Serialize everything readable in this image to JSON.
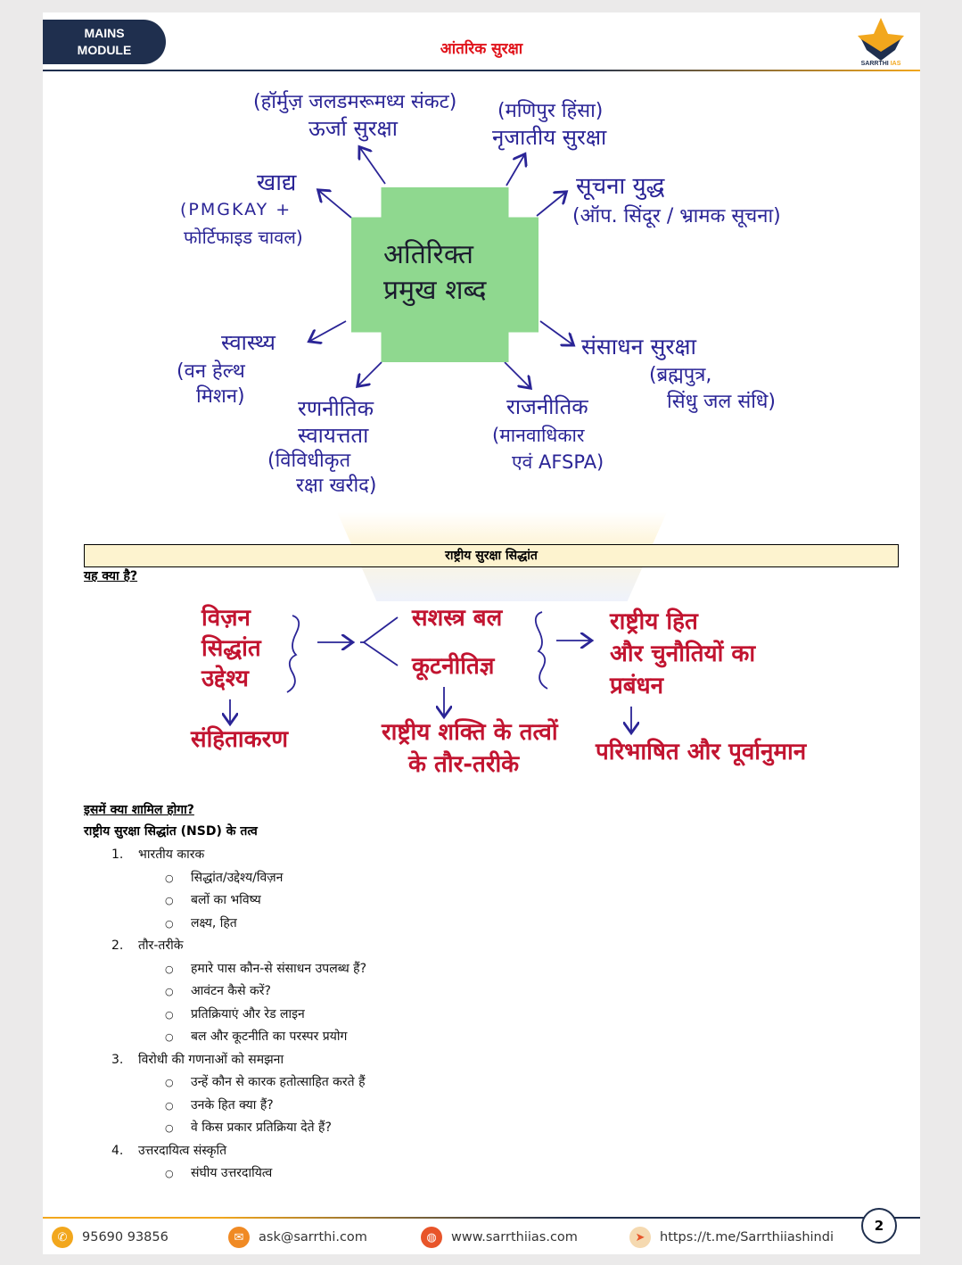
{
  "header": {
    "module_line1": "MAINS",
    "module_line2": "MODULE",
    "title": "आंतरिक सुरक्षा",
    "logo_text": "SARRTHI",
    "logo_text_accent": "IAS"
  },
  "mindmap": {
    "center_line1": "अतिरिक्त",
    "center_line2": "प्रमुख शब्द",
    "nodes": {
      "energy_note": "(हॉर्मुज़ जलडमरूमध्य संकट)",
      "energy": "ऊर्जा सुरक्षा",
      "ethnic_note": "(मणिपुर हिंसा)",
      "ethnic": "नृजातीय सुरक्षा",
      "food": "खाद्य",
      "food_note1": "(PMGKAY +",
      "food_note2": "फोर्टिफाइड चावल)",
      "info": "सूचना युद्ध",
      "info_note": "(ऑप. सिंदूर / भ्रामक सूचना)",
      "health": "स्वास्थ्य",
      "health_note1": "(वन हेल्थ",
      "health_note2": "मिशन)",
      "resource": "संसाधन सुरक्षा",
      "resource_note1": "(ब्रह्मपुत्र,",
      "resource_note2": "सिंधु जल संधि)",
      "strategic1": "रणनीतिक",
      "strategic2": "स्वायत्तता",
      "strategic_note1": "(विविधीकृत",
      "strategic_note2": "रक्षा खरीद)",
      "political": "राजनीतिक",
      "political_note1": "(मानवाधिकार",
      "political_note2": "एवं AFSPA)"
    }
  },
  "section": {
    "title": "राष्ट्रीय सुरक्षा सिद्धांत",
    "what_is": "यह क्या है?"
  },
  "flow": {
    "left1": "विज़न",
    "left2": "सिद्धांत",
    "left3": "उद्देश्य",
    "left_result": "संहिताकरण",
    "mid1": "सशस्त्र बल",
    "mid2": "कूटनीतिज्ञ",
    "mid_result1": "राष्ट्रीय शक्ति के तत्वों",
    "mid_result2": "के तौर-तरीके",
    "right1": "राष्ट्रीय हित",
    "right2": "और चुनौतियों का",
    "right3": "प्रबंधन",
    "right_result": "परिभाषित और पूर्वानुमान"
  },
  "includes": {
    "heading": "इसमें क्या शामिल होगा?",
    "subheading": "राष्ट्रीय सुरक्षा सिद्धांत (NSD) के तत्व",
    "items": [
      {
        "num": "1.",
        "label": "भारतीय कारक",
        "subs": [
          "सिद्धांत/उद्देश्य/विज़न",
          "बलों का भविष्य",
          "लक्ष्य, हित"
        ]
      },
      {
        "num": "2.",
        "label": "तौर-तरीके",
        "subs": [
          "हमारे पास कौन-से संसाधन उपलब्ध हैं?",
          "आवंटन कैसे करें?",
          "प्रतिक्रियाएं और रेड लाइन",
          "बल और कूटनीति का परस्पर प्रयोग"
        ]
      },
      {
        "num": "3.",
        "label": "विरोधी की गणनाओं को समझना",
        "subs": [
          "उन्हें कौन से कारक हतोत्साहित करते हैं",
          "उनके हित क्या हैं?",
          "वे किस प्रकार प्रतिक्रिया देते हैं?"
        ]
      },
      {
        "num": "4.",
        "label": "उत्तरदायित्व संस्कृति",
        "subs": [
          "संघीय उत्तरदायित्व"
        ]
      }
    ]
  },
  "footer": {
    "phone": "95690 93856",
    "email": "ask@sarrthi.com",
    "website": "www.sarrthiias.com",
    "telegram": "https://t.me/Sarrthiiashindi",
    "page_number": "2"
  },
  "colors": {
    "navy": "#1f2f4e",
    "accent_orange": "#f2a71d",
    "header_red": "#e0121a",
    "mindmap_green": "#8fd88f",
    "handwriting_blue": "#2a2496",
    "flow_red": "#c21430"
  }
}
